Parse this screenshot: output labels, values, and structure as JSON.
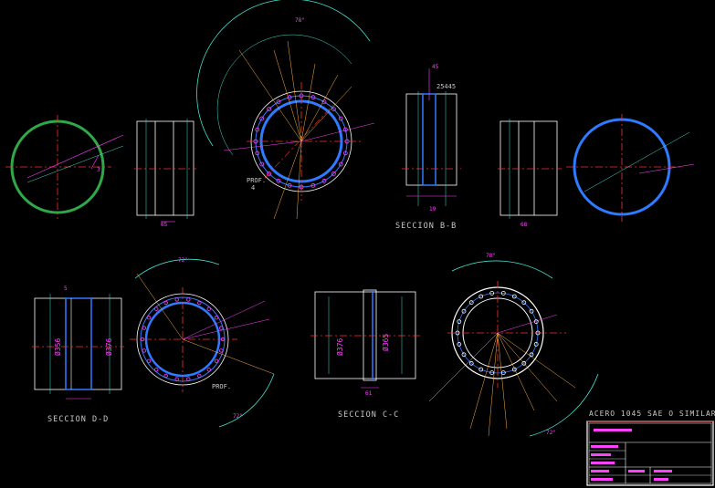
{
  "labels": {
    "section_bb": "SECCION B-B",
    "section_dd": "SECCION D-D",
    "section_cc": "SECCION C-C",
    "material": "ACERO 1045 SAE   O SIMILAR",
    "prof_top": "PROF.",
    "prof_top_val": "4",
    "prof_bottom": "PROF."
  },
  "dimensions": {
    "angle_top": "78°",
    "angle_mid_left": "72°",
    "angle_right": "78°",
    "angle_left_bottom": "72°",
    "angle_right_bottom": "72°",
    "dia_376": "Ø376",
    "dia_365": "Ø365",
    "dia_356": "Ø356",
    "dia_376b": "Ø376",
    "note_25445": "25445",
    "dim_65": "65",
    "dim_68": "68",
    "dim_45": "45",
    "dim_3": "3",
    "dim_5": "5",
    "dim_19": "19",
    "dim_61": "61"
  },
  "colors": {
    "background": "#000000",
    "centerline": "#ff3030",
    "dimension": "#ff40ff",
    "extension": "#40e0d0",
    "outline": "#ffffff",
    "ring_blue": "#2f7bff",
    "ring_green": "#2fa84a",
    "leader": "#ffb040"
  }
}
